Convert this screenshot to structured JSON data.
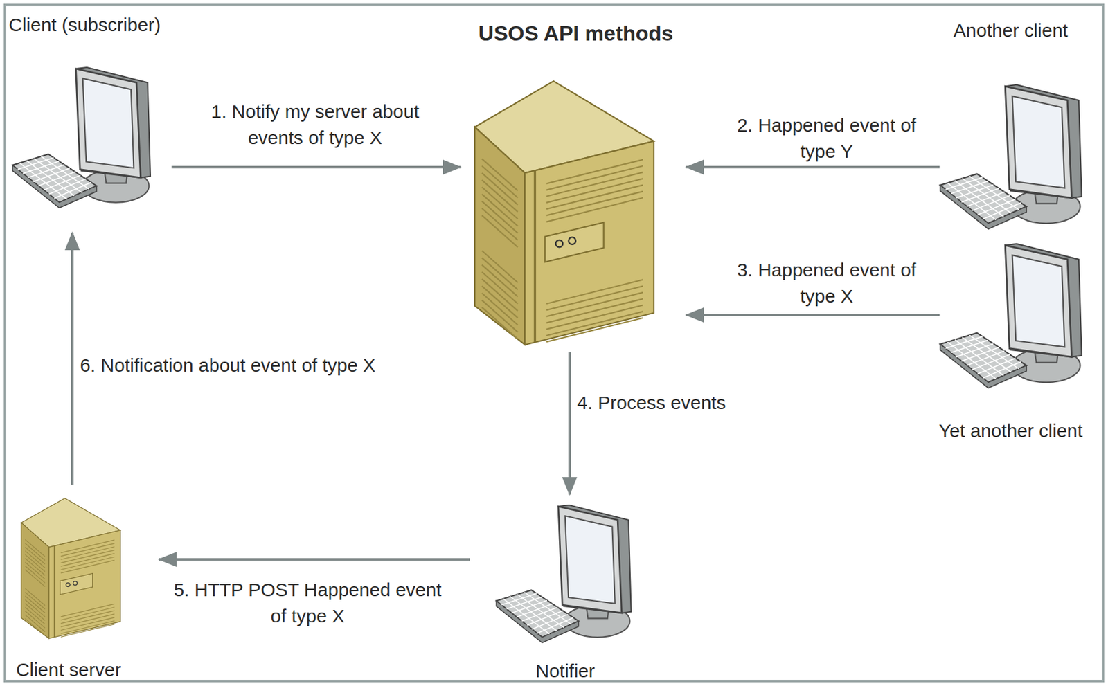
{
  "diagram": {
    "nodes": [
      {
        "text": [
          "Client (subscriber)"
        ]
      },
      {
        "text": [
          "USOS API methods"
        ]
      },
      {
        "text": [
          "Another client"
        ]
      },
      {
        "text": [
          "Yet another client"
        ]
      },
      {
        "text": [
          "Client server"
        ]
      },
      {
        "text": [
          "Notifier"
        ]
      }
    ],
    "edges": [
      {
        "from": 0,
        "to": 1,
        "label": "1. Notify my server about events of type X",
        "arrow": "to"
      },
      {
        "from": 2,
        "to": 1,
        "label": "2. Happened event of type Y",
        "arrow": "to"
      },
      {
        "from": 3,
        "to": 1,
        "label": "3. Happened event of type X",
        "arrow": "to"
      },
      {
        "from": 1,
        "to": 5,
        "label": "4. Process events",
        "arrow": "to"
      },
      {
        "from": 5,
        "to": 4,
        "label": "5. HTTP POST Happened event of type X",
        "arrow": "to"
      },
      {
        "from": 4,
        "to": 0,
        "label": "6. Notification about event of type X",
        "arrow": "to"
      }
    ]
  }
}
